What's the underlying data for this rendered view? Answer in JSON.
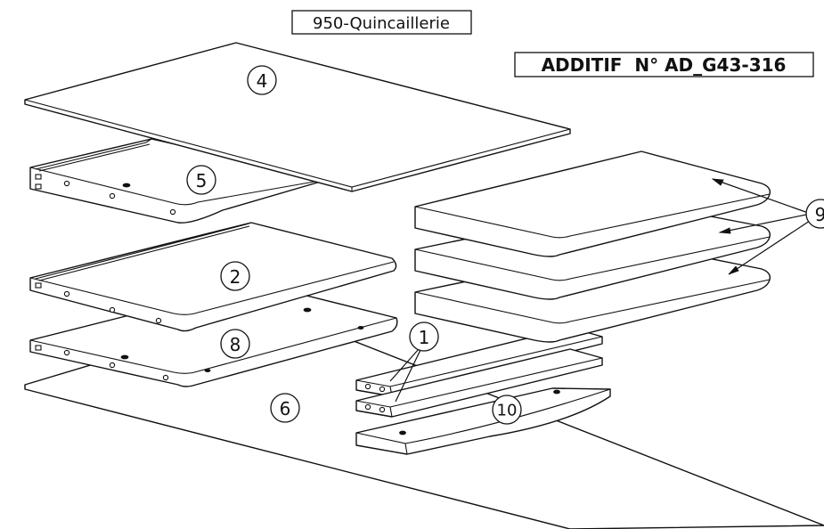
{
  "header": {
    "section_label": "950-Quincaillerie",
    "reference_label": "ADDITIF  N° AD_G43-316"
  },
  "callouts": [
    {
      "id": "4",
      "text": "4"
    },
    {
      "id": "5",
      "text": "5"
    },
    {
      "id": "2",
      "text": "2"
    },
    {
      "id": "8",
      "text": "8"
    },
    {
      "id": "6",
      "text": "6"
    },
    {
      "id": "1",
      "text": "1"
    },
    {
      "id": "10",
      "text": "10"
    },
    {
      "id": "9",
      "text": "9"
    }
  ]
}
